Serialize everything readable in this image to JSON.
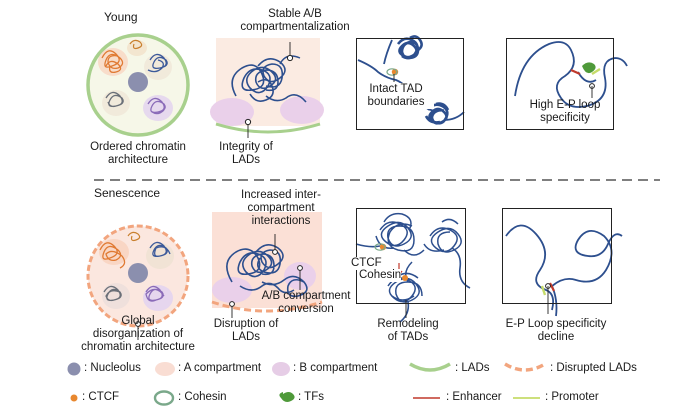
{
  "rows": {
    "young": {
      "title": "Young",
      "cell_caption": "Ordered chromatin architecture",
      "cell_caption_lines": [
        "Ordered chromatin",
        "architecture"
      ],
      "compartment_label_lines": [
        "Stable A/B",
        "compartmentalization"
      ],
      "lad_label_lines": [
        "Integrity of",
        "LADs"
      ],
      "tad_label_lines": [
        "Intact TAD",
        "boundaries"
      ],
      "loop_label_lines": [
        "High E-P loop",
        "specificity"
      ]
    },
    "senescence": {
      "title": "Senescence",
      "cell_caption_lines": [
        "Global",
        "disorganization of",
        "chromatin architecture"
      ],
      "interaction_label_lines": [
        "Increased inter-",
        "compartment",
        "interactions"
      ],
      "conversion_label_lines": [
        "A/B compartment",
        "conversion"
      ],
      "lad_label_lines": [
        "Disruption of",
        "LADs"
      ],
      "ctcf_label": "CTCF",
      "cohesin_label": "Cohesin",
      "tad_label_lines": [
        "Remodeling",
        "of TADs"
      ],
      "loop_label_lines": [
        "E-P Loop specificity",
        "decline"
      ]
    }
  },
  "legend": [
    {
      "label": ": Nucleolus",
      "icon": "nucleolus-dot"
    },
    {
      "label": ": A compartment",
      "icon": "a-compartment-blob"
    },
    {
      "label": ": B compartment",
      "icon": "b-compartment-blob"
    },
    {
      "label": ": LADs",
      "icon": "lads-arc"
    },
    {
      "label": ": Disrupted LADs",
      "icon": "disrupted-lads-arc"
    },
    {
      "label": ": CTCF",
      "icon": "ctcf-dot"
    },
    {
      "label": ": Cohesin",
      "icon": "cohesin-ring"
    },
    {
      "label": ": TFs",
      "icon": "tf-shape"
    },
    {
      "label": ": Enhancer",
      "icon": "enhancer-line"
    },
    {
      "label": ": Promoter",
      "icon": "promoter-line"
    }
  ],
  "colors": {
    "chromatin": "#2d4f8e",
    "nucleolus": "#8b8fae",
    "a_compartment": "#f9ddd3",
    "b_compartment": "#e6cde6",
    "lads": "#a8d08d",
    "disrupted_lads": "#f2a57e",
    "ctcf": "#e8872e",
    "cohesin": "#7aa88a",
    "tf": "#4f9a3a",
    "enhancer": "#c0392b",
    "promoter": "#c6dc6a"
  }
}
